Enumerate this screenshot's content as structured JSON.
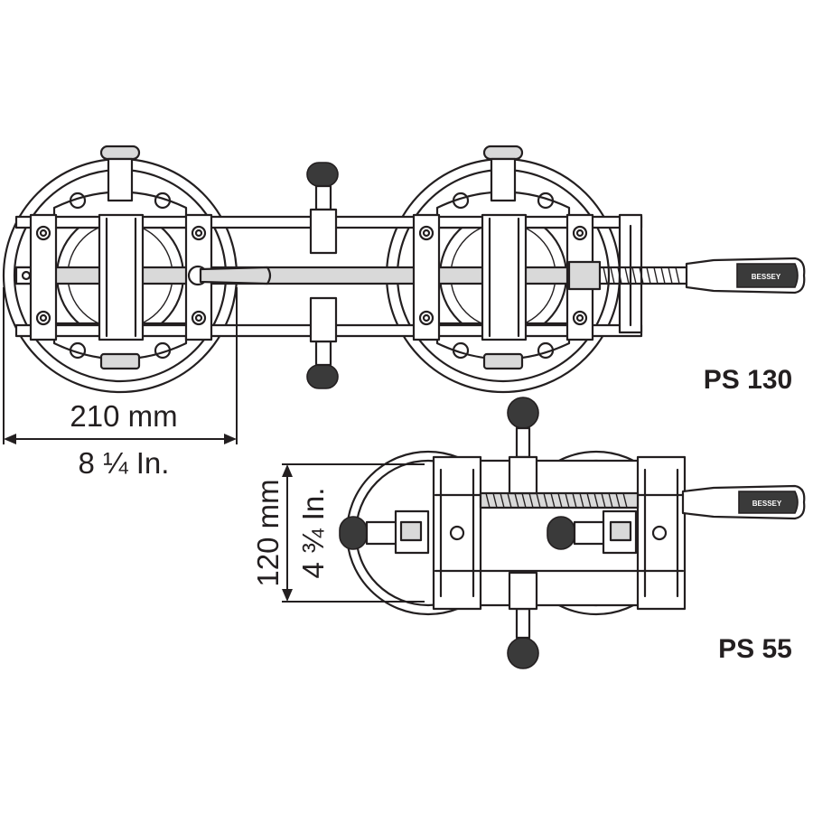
{
  "products": [
    {
      "model": "PS 130",
      "width_metric": "210 mm",
      "width_imperial": "8 ¼ In.",
      "handle_brand": "BESSEY"
    },
    {
      "model": "PS 55",
      "width_metric": "120 mm",
      "width_imperial": "4 ¾ In.",
      "handle_brand": "BESSEY"
    }
  ],
  "colors": {
    "line": "#231f20",
    "light_fill": "#d9d9d9",
    "dark_fill": "#3a3a3a",
    "background": "#ffffff"
  }
}
